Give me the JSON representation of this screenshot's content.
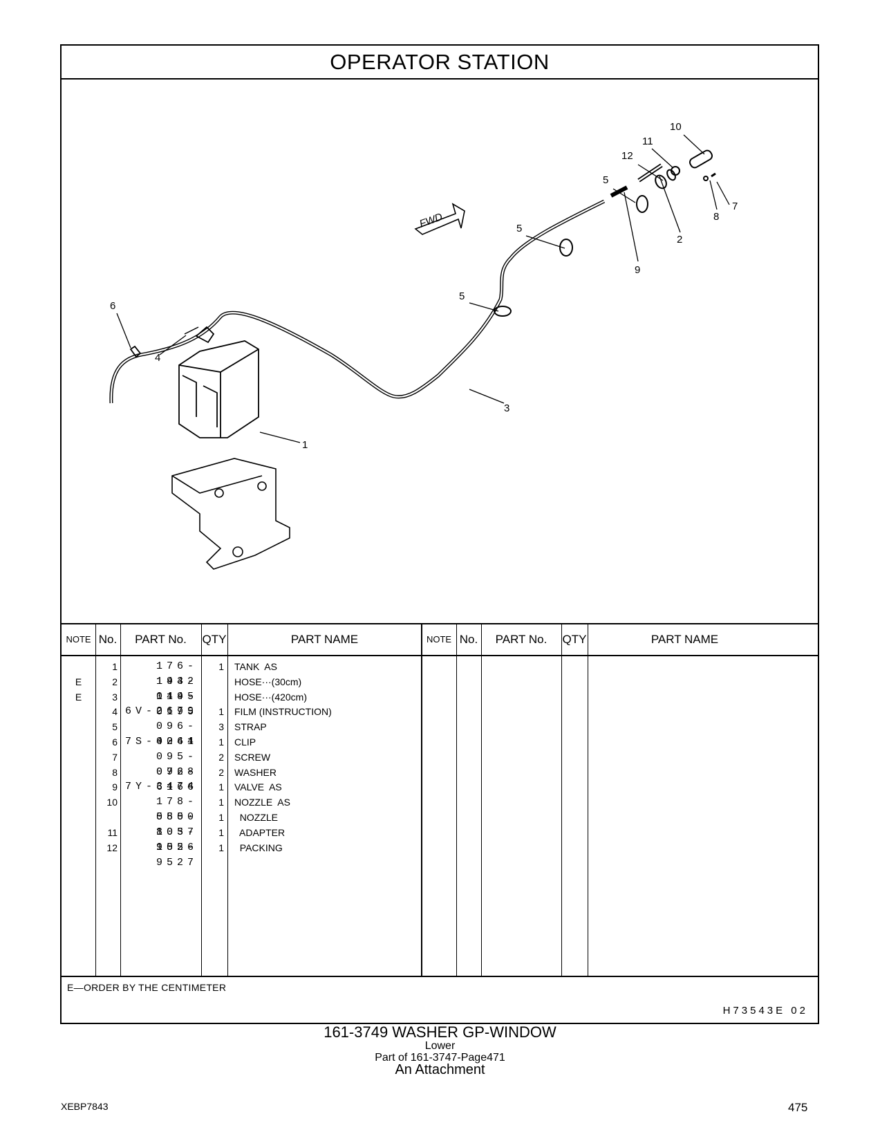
{
  "page": {
    "section_title": "OPERATOR   STATION",
    "doc_id": "XEBP7843",
    "page_number": "475"
  },
  "drawing": {
    "fwd_label": "FWD",
    "callouts": [
      "10",
      "11",
      "12",
      "5",
      "7",
      "8",
      "2",
      "5",
      "9",
      "5",
      "6",
      "4",
      "3",
      "1"
    ]
  },
  "table": {
    "headers": {
      "note": "NOTE",
      "no": "No.",
      "part_no": "PART No.",
      "qty": "QTY",
      "part_name": "PART NAME"
    },
    "rows": [
      {
        "note": "",
        "no": "1",
        "part_no": "176-1932",
        "qty": "1",
        "name": "TANK  AS"
      },
      {
        "note": "E",
        "no": "2",
        "part_no": "144-0195",
        "qty": "",
        "name": "HOSE···(30cm)"
      },
      {
        "note": "E",
        "no": "3",
        "part_no": "144-0195",
        "qty": "",
        "name": "HOSE···(420cm)"
      },
      {
        "note": "",
        "no": "4",
        "part_no": "6V-2679",
        "qty": "1",
        "name": "FILM (INSTRUCTION)"
      },
      {
        "note": "",
        "no": "5",
        "part_no": "096-0061",
        "qty": "3",
        "name": "STRAP"
      },
      {
        "note": "",
        "no": "6",
        "part_no": "7S-4244",
        "qty": "1",
        "name": "CLIP"
      },
      {
        "note": "",
        "no": "7",
        "part_no": "095-0728",
        "qty": "2",
        "name": "SCREW"
      },
      {
        "note": "",
        "no": "8",
        "part_no": "096-6166",
        "qty": "2",
        "name": "WASHER"
      },
      {
        "note": "",
        "no": "9",
        "part_no": "7Y-3474",
        "qty": "1",
        "name": "VALVE  AS"
      },
      {
        "note": "",
        "no": "10",
        "part_no": "178-5500",
        "qty": "1",
        "name": "NOZZLE  AS"
      },
      {
        "note": "",
        "no": "",
        "part_no": "085-8037",
        "qty": "1",
        "name": "  NOZZLE"
      },
      {
        "note": "",
        "no": "11",
        "part_no": "105-9526",
        "qty": "1",
        "name": "  ADAPTER"
      },
      {
        "note": "",
        "no": "12",
        "part_no": "105-9527",
        "qty": "1",
        "name": "  PACKING"
      }
    ],
    "footnote": "E—ORDER  BY  THE  CENTIMETER",
    "illustration_code": "H73543E    02"
  },
  "caption": {
    "line1": "161-3749   WASHER  GP-WINDOW",
    "line2": "Lower",
    "line3": "Part of 161-3747-Page471",
    "line4": "An Attachment"
  }
}
